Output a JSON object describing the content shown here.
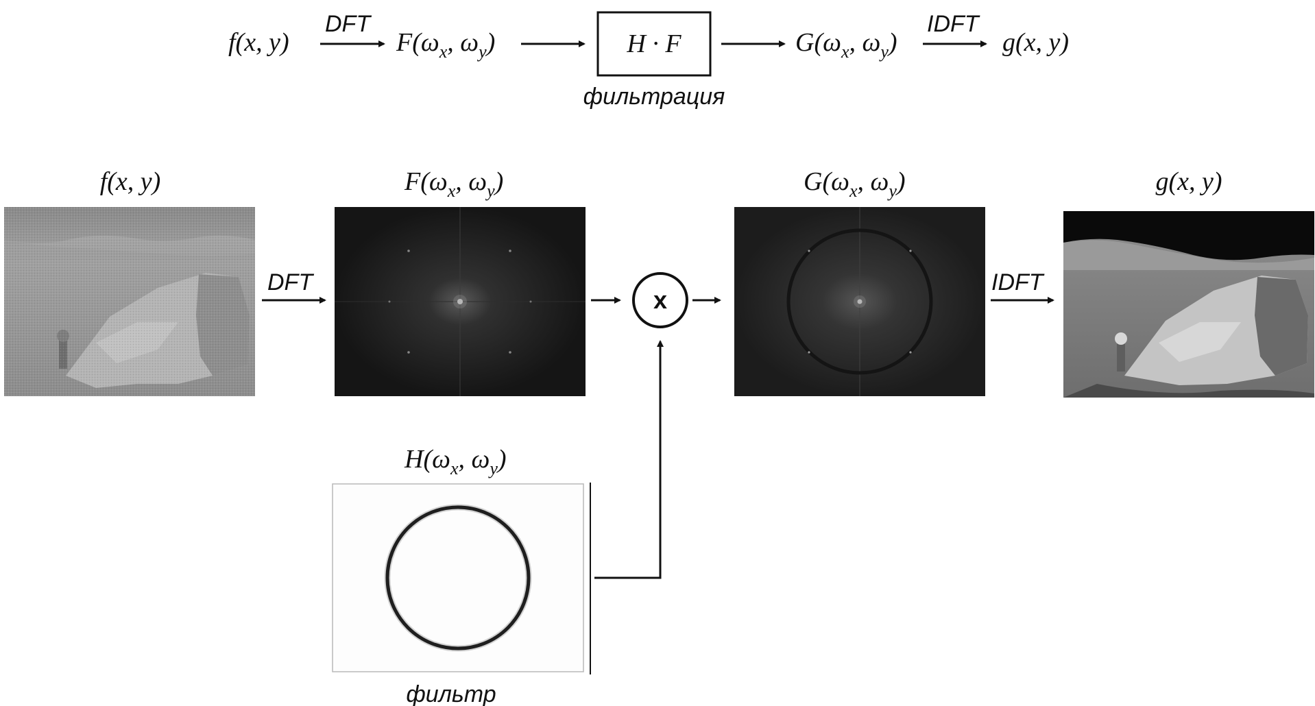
{
  "pipeline": {
    "f_xy": "f(x, y)",
    "dft_label": "DFT",
    "F_base": "F(ω",
    "F_sub1": "x",
    "F_mid": ", ω",
    "F_sub2": "y",
    "F_end": ")",
    "filter_box": "H · F",
    "filter_caption": "фильтрация",
    "G_base": "G(ω",
    "G_sub1": "x",
    "G_mid": ", ω",
    "G_sub2": "y",
    "G_end": ")",
    "idft_label": "IDFT",
    "g_xy": "g(x, y)"
  },
  "images": {
    "input_title": "f(x, y)",
    "spectrum_title_base": "F(ω",
    "spectrum_sub1": "x",
    "spectrum_mid": ", ω",
    "spectrum_sub2": "y",
    "spectrum_end": ")",
    "filtered_title_base": "G(ω",
    "filtered_sub1": "x",
    "filtered_mid": ", ω",
    "filtered_sub2": "y",
    "filtered_end": ")",
    "output_title": "g(x, y)",
    "dft_label": "DFT",
    "idft_label": "IDFT",
    "multiply_symbol": "x",
    "filter_title_base": "H(ω",
    "filter_sub1": "x",
    "filter_mid": ", ω",
    "filter_sub2": "y",
    "filter_end": ")",
    "filter_caption": "фильтр"
  }
}
